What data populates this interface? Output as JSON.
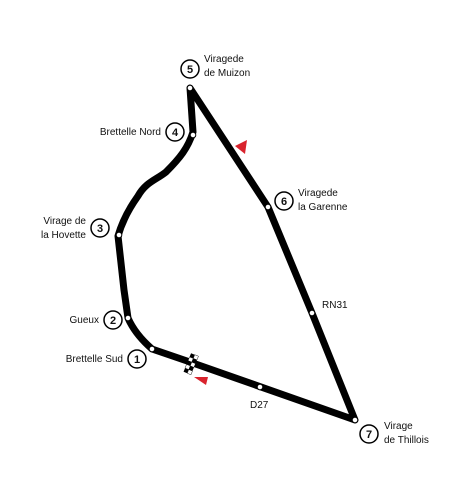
{
  "circuit": {
    "colors": {
      "track": "#000000",
      "direction_arrow": "#d9232d",
      "marker_fill": "#ffffff",
      "background": "#ffffff"
    },
    "turns": [
      {
        "number": "1",
        "name_line1": "Brettelle Sud",
        "name_line2": ""
      },
      {
        "number": "2",
        "name_line1": "Gueux",
        "name_line2": ""
      },
      {
        "number": "3",
        "name_line1": "Virage de",
        "name_line2": "la Hovette"
      },
      {
        "number": "4",
        "name_line1": "Brettelle Nord",
        "name_line2": ""
      },
      {
        "number": "5",
        "name_line1": "Viragede",
        "name_line2": "de Muizon"
      },
      {
        "number": "6",
        "name_line1": "Viragede",
        "name_line2": "la Garenne"
      },
      {
        "number": "7",
        "name_line1": "Virage",
        "name_line2": "de Thillois"
      }
    ],
    "roads": [
      {
        "name": "RN31"
      },
      {
        "name": "D27"
      }
    ],
    "icons": {
      "start_finish": "checkered-flag-icon",
      "direction": "direction-arrow-icon"
    }
  }
}
